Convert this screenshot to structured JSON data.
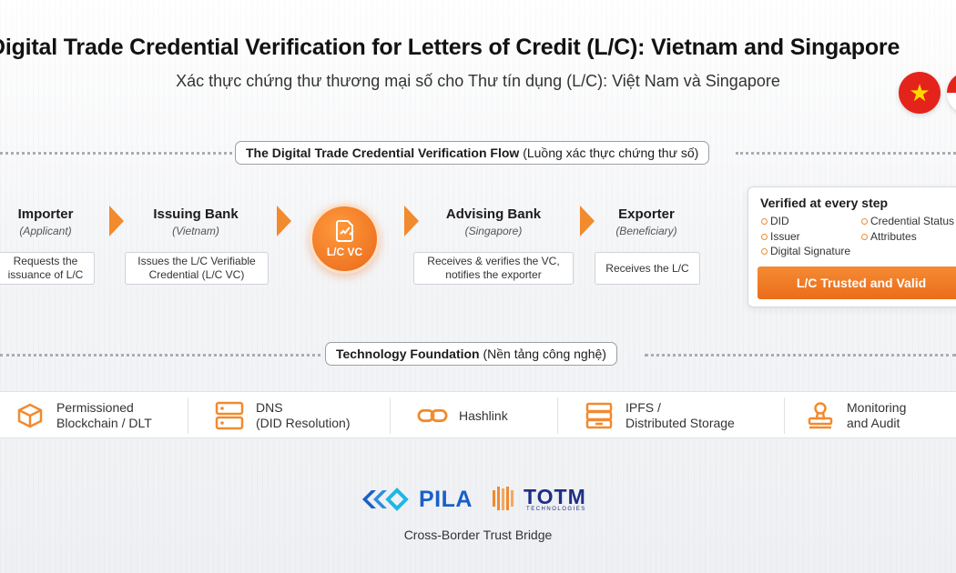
{
  "header": {
    "title": "Digital Trade Credential Verification for Letters of Credit (L/C): Vietnam and Singapore",
    "subtitle": "Xác thực chứng thư thương mại số cho Thư tín dụng (L/C): Việt Nam và Singapore",
    "flags": [
      "Vietnam",
      "Singapore"
    ],
    "flag_star": "★"
  },
  "flow": {
    "section_title": "The Digital Trade Credential Verification Flow",
    "section_title_vi": "(Luồng xác thực chứng thư số)",
    "stages": [
      {
        "title": "Importer",
        "subtitle": "(Applicant)",
        "description": "Requests the issuance of L/C"
      },
      {
        "title": "Issuing Bank",
        "subtitle": "(Vietnam)",
        "description": "Issues the  L/C Verifiable Credential (L/C VC)"
      },
      {
        "title": "Advising Bank",
        "subtitle": "(Singapore)",
        "description": "Receives & verifies the VC, notifies the exporter"
      },
      {
        "title": "Exporter",
        "subtitle": "(Beneficiary)",
        "description": "Receives the L/C"
      }
    ],
    "credential_label": "L/C VC"
  },
  "verification": {
    "title": "Verified at every step",
    "checks_left": [
      "DID",
      "Issuer",
      "Digital Signature"
    ],
    "checks_right": [
      "Credential Status",
      "Attributes"
    ],
    "result_label": "L/C Trusted and Valid"
  },
  "technology": {
    "section_title": "Technology Foundation",
    "section_title_vi": "(Nền tảng công nghệ)",
    "items": [
      {
        "icon": "blockchain-cube-icon",
        "label": "Permissioned\nBlockchain / DLT"
      },
      {
        "icon": "dns-server-icon",
        "label": "DNS\n(DID Resolution)"
      },
      {
        "icon": "hashlink-chain-icon",
        "label": "Hashlink"
      },
      {
        "icon": "ipfs-storage-icon",
        "label": "IPFS /\nDistributed Storage"
      },
      {
        "icon": "monitoring-stamp-icon",
        "label": "Monitoring\nand Audit"
      }
    ]
  },
  "footer": {
    "pila_logo": "PILA",
    "totm_logo": "TOTM",
    "totm_logo_sub": "TECHNOLOGIES",
    "tagline": "Cross-Border Trust Bridge"
  },
  "colors": {
    "accent": "#f28a2e",
    "accent_dark": "#e9681a",
    "pila_blue": "#1a5fc8",
    "totm_navy": "#1d2f86"
  }
}
